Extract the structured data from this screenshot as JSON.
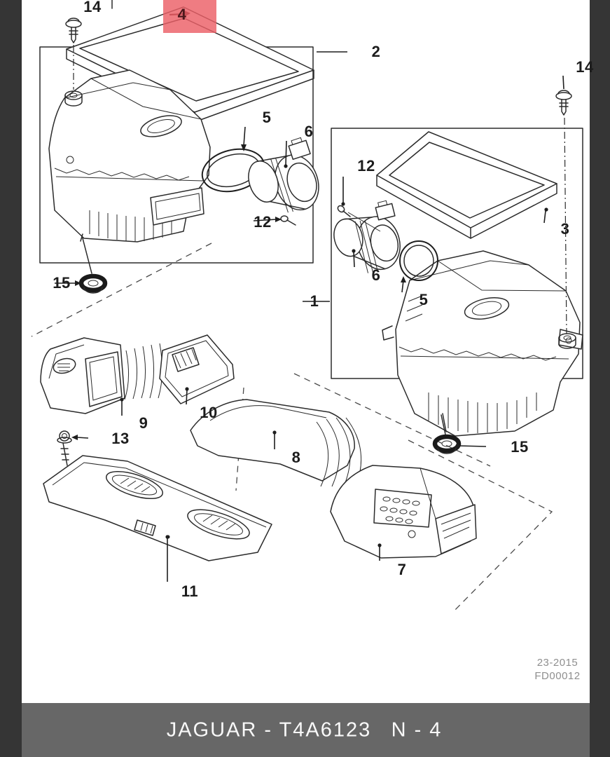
{
  "viewer": {
    "background_color": "#353535",
    "page_color": "#ffffff",
    "caption_bar": {
      "brand_text": "JAGUAR - T4A6123",
      "page_ref": "N - 4",
      "bar_color": "#676767",
      "text_color": "#f8f8f8"
    },
    "plate": {
      "date_code": "23-2015",
      "drawing_number": "FD00012",
      "text_color": "#8f8f8f"
    }
  },
  "diagram": {
    "highlight": {
      "color": "#ee6b73",
      "label_color": "#4d181c",
      "highlighted_callout": "4"
    },
    "callouts": [
      {
        "id": "14-left",
        "label": "14"
      },
      {
        "id": "4",
        "label": "4",
        "highlighted": true
      },
      {
        "id": "2",
        "label": "2"
      },
      {
        "id": "5-left",
        "label": "5"
      },
      {
        "id": "6-left",
        "label": "6"
      },
      {
        "id": "12-left",
        "label": "12"
      },
      {
        "id": "15-left",
        "label": "15"
      },
      {
        "id": "14-right",
        "label": "14"
      },
      {
        "id": "12-right",
        "label": "12"
      },
      {
        "id": "3",
        "label": "3"
      },
      {
        "id": "6-right",
        "label": "6"
      },
      {
        "id": "5-right",
        "label": "5"
      },
      {
        "id": "1",
        "label": "1"
      },
      {
        "id": "15-right",
        "label": "15"
      },
      {
        "id": "9",
        "label": "9"
      },
      {
        "id": "10",
        "label": "10"
      },
      {
        "id": "13",
        "label": "13"
      },
      {
        "id": "8",
        "label": "8"
      },
      {
        "id": "11",
        "label": "11"
      },
      {
        "id": "7",
        "label": "7"
      }
    ]
  }
}
